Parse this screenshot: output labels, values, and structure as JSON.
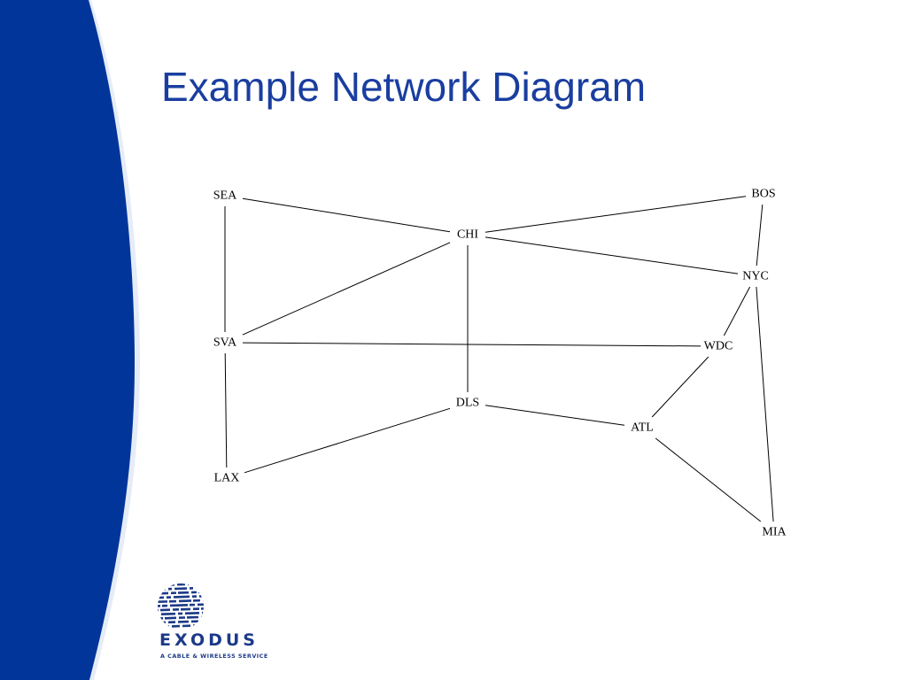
{
  "slide": {
    "title": "Example Network Diagram",
    "colors": {
      "title": "#1a3ea0",
      "band": "#02359a",
      "band_edge": "#e6ecf6",
      "logo": "#1b3a88"
    }
  },
  "diagram": {
    "nodes": [
      {
        "id": "SEA",
        "label": "SEA"
      },
      {
        "id": "CHI",
        "label": "CHI"
      },
      {
        "id": "BOS",
        "label": "BOS"
      },
      {
        "id": "NYC",
        "label": "NYC"
      },
      {
        "id": "SVA",
        "label": "SVA"
      },
      {
        "id": "WDC",
        "label": "WDC"
      },
      {
        "id": "DLS",
        "label": "DLS"
      },
      {
        "id": "ATL",
        "label": "ATL"
      },
      {
        "id": "LAX",
        "label": "LAX"
      },
      {
        "id": "MIA",
        "label": "MIA"
      }
    ],
    "edges": [
      [
        "SEA",
        "CHI"
      ],
      [
        "SEA",
        "SVA"
      ],
      [
        "CHI",
        "BOS"
      ],
      [
        "CHI",
        "NYC"
      ],
      [
        "CHI",
        "SVA"
      ],
      [
        "CHI",
        "DLS"
      ],
      [
        "BOS",
        "NYC"
      ],
      [
        "NYC",
        "WDC"
      ],
      [
        "NYC",
        "MIA"
      ],
      [
        "SVA",
        "WDC"
      ],
      [
        "SVA",
        "LAX"
      ],
      [
        "WDC",
        "ATL"
      ],
      [
        "DLS",
        "ATL"
      ],
      [
        "DLS",
        "LAX"
      ],
      [
        "ATL",
        "MIA"
      ]
    ]
  },
  "logo": {
    "name": "EXODUS",
    "tagline": "A CABLE & WIRELESS SERVICE"
  }
}
